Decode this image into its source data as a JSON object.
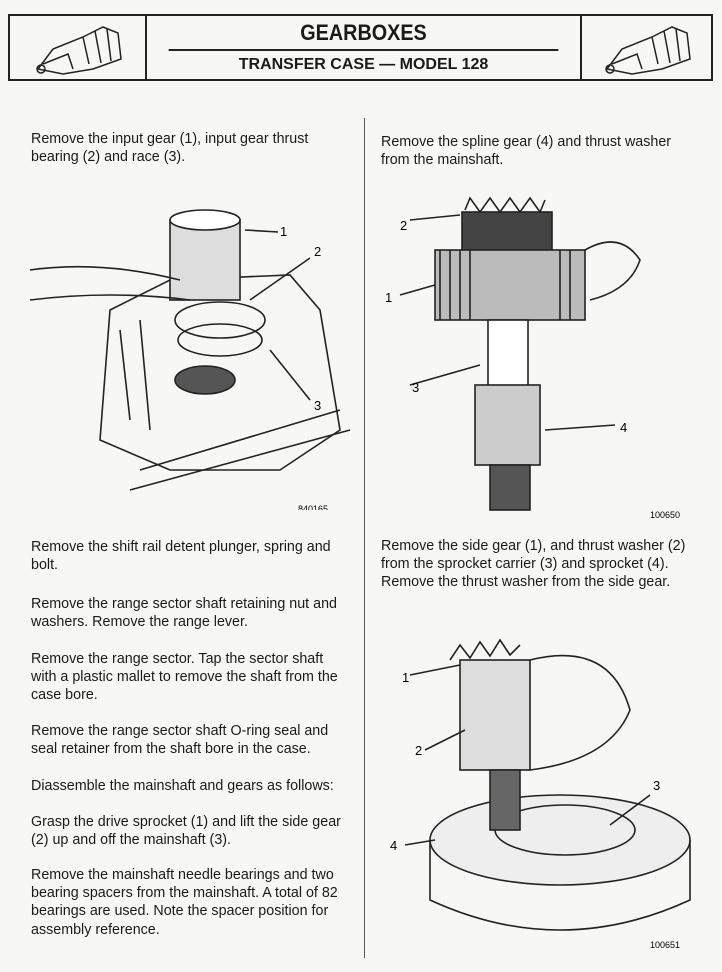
{
  "header": {
    "title": "GEARBOXES",
    "subtitle": "TRANSFER CASE — MODEL 128"
  },
  "left": {
    "p1": "Remove the input gear (1), input gear thrust bearing (2) and race (3).",
    "fig1": {
      "id": "840165",
      "callouts": [
        "1",
        "2",
        "3"
      ]
    },
    "p2": "Remove the shift rail detent plunger, spring and bolt.",
    "p3": "Remove the range sector shaft retaining nut and washers. Remove the range lever.",
    "p4": "Remove the range sector. Tap the sector shaft with a plastic mallet to remove the shaft from the case bore.",
    "p5": "Remove the range sector shaft O-ring seal and seal retainer from the shaft bore in the case.",
    "p6": "Diassemble the mainshaft and gears as follows:",
    "p7": "Grasp the drive sprocket (1) and lift the side gear (2) up and off the mainshaft (3).",
    "p8": "Remove the mainshaft needle bearings and two bearing spacers from the mainshaft. A total of 82 bearings are used. Note the spacer position for assembly reference."
  },
  "right": {
    "p1": "Remove the spline gear (4) and thrust washer from the mainshaft.",
    "fig2": {
      "id": "100650",
      "callouts": [
        "2",
        "1",
        "3",
        "4"
      ]
    },
    "p2": "Remove the side gear (1), and thrust washer (2) from the sprocket carrier (3) and sprocket (4). Remove the thrust washer from the side gear.",
    "fig3": {
      "id": "100651",
      "callouts": [
        "1",
        "2",
        "3",
        "4"
      ]
    }
  }
}
